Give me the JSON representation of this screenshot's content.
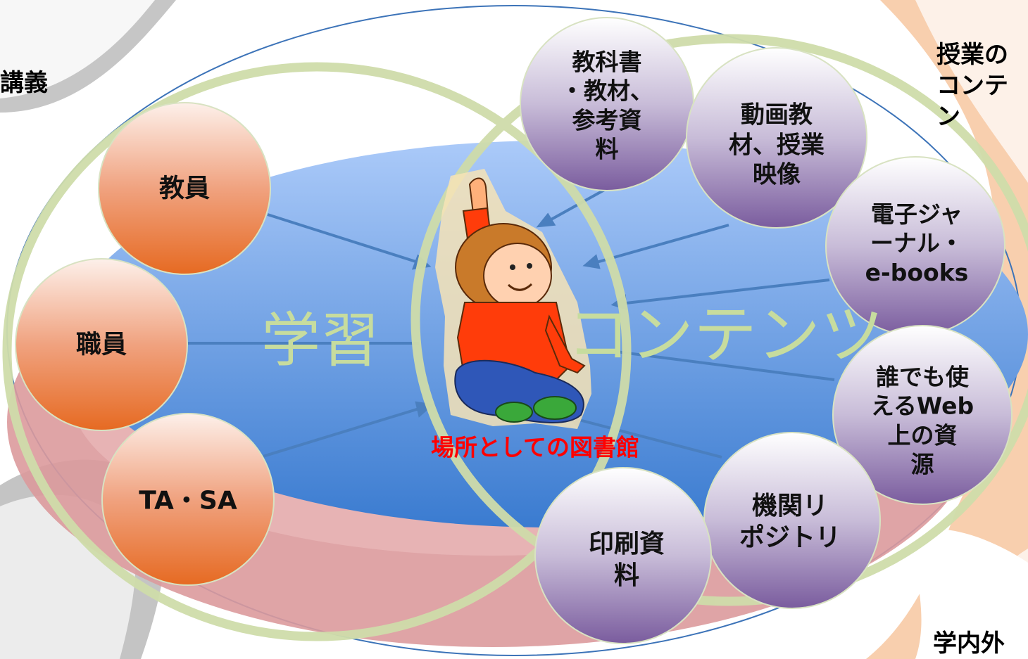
{
  "corners": {
    "top_left": "講義",
    "top_right": "授業の\nコンテン",
    "bottom_right": "学内外"
  },
  "big_words": {
    "left": "学習",
    "right": "コンテンツ"
  },
  "center_caption": "場所としての図書館",
  "people": [
    {
      "id": "faculty",
      "label": "教員"
    },
    {
      "id": "staff",
      "label": "職員"
    },
    {
      "id": "ta-sa",
      "label": "TA・SA"
    }
  ],
  "resources": [
    {
      "id": "textbooks",
      "label": "教科書\n・教材、\n参考資\n料"
    },
    {
      "id": "video",
      "label": "動画教\n材、授業\n映像"
    },
    {
      "id": "ejournals",
      "label": "電子ジャ\nーナル・\ne-books"
    },
    {
      "id": "web",
      "label": "誰でも使\nえるWeb\n上の資\n源"
    },
    {
      "id": "repository",
      "label": "機関リ\nポジトリ"
    },
    {
      "id": "print",
      "label": "印刷資\n料"
    }
  ],
  "icons": {
    "center": "student-raising-hand-icon"
  },
  "colors": {
    "people_fill_top": "#fbe9e3",
    "people_fill_bottom": "#e8702a",
    "resource_fill_top": "#ffffff",
    "resource_fill_bottom": "#7a5c9e",
    "inner_ellipse_top": "#a9c8f8",
    "inner_ellipse_bottom": "#3d7fd0",
    "pink_band": "#dc9a9c",
    "ring_green": "#cfdcaa",
    "big_word_green": "#c7dc9e",
    "caption_red": "#ff0000",
    "outer_outline": "#3c73b8"
  }
}
